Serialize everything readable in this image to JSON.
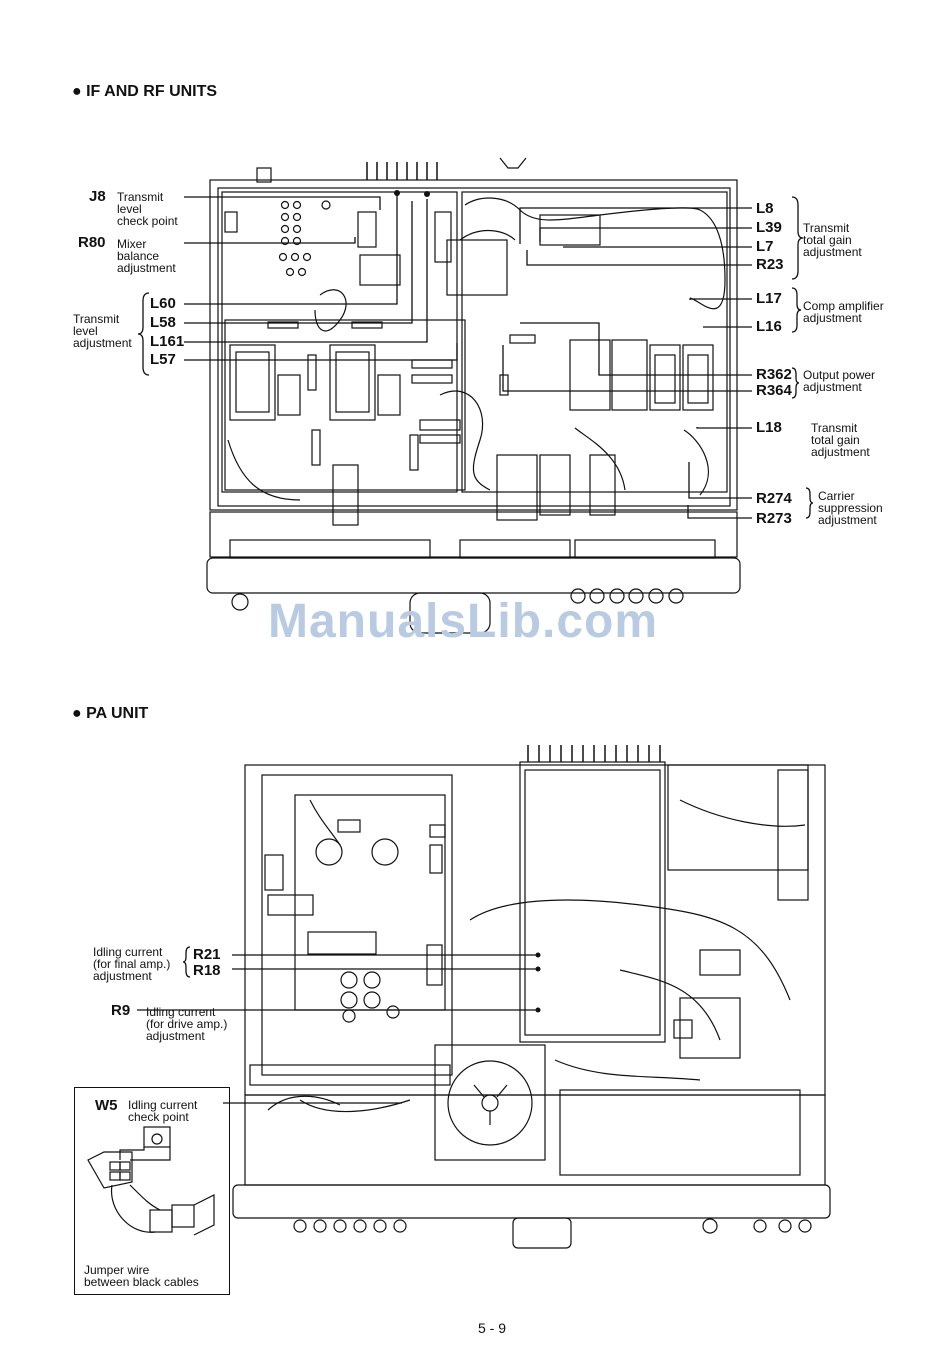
{
  "sections": {
    "if_rf": {
      "title": "IF AND RF UNITS"
    },
    "pa": {
      "title": "PA UNIT"
    }
  },
  "if_rf_left": {
    "j8": {
      "code": "J8",
      "lines": [
        "Transmit",
        "level",
        "check point"
      ]
    },
    "r80": {
      "code": "R80",
      "lines": [
        "Mixer",
        "balance",
        "adjustment"
      ]
    },
    "group": {
      "lines": [
        "Transmit",
        "level",
        "adjustment"
      ],
      "codes": [
        "L60",
        "L58",
        "L161",
        "L57"
      ]
    }
  },
  "if_rf_right": {
    "group1": {
      "codes": [
        "L8",
        "L39",
        "L7",
        "R23"
      ],
      "lines": [
        "Transmit",
        "total gain",
        "adjustment"
      ]
    },
    "group2": {
      "codes": [
        "L17",
        "L16"
      ],
      "lines": [
        "Comp amplifier",
        "adjustment"
      ]
    },
    "group3": {
      "codes": [
        "R362",
        "R364"
      ],
      "lines": [
        "Output power",
        "adjustment"
      ]
    },
    "group4": {
      "codes": [
        "L18"
      ],
      "lines": [
        "Transmit",
        "total gain",
        "adjustment"
      ]
    },
    "group5": {
      "codes": [
        "R274",
        "R273"
      ],
      "lines": [
        "Carrier",
        "suppression",
        "adjustment"
      ]
    }
  },
  "pa_left": {
    "group1": {
      "lines": [
        "Idling current",
        "(for final amp.)",
        "adjustment"
      ],
      "codes": [
        "R21",
        "R18"
      ]
    },
    "r9": {
      "code": "R9",
      "lines": [
        "Idling current",
        "(for drive amp.)",
        "adjustment"
      ]
    },
    "w5": {
      "code": "W5",
      "lines": [
        "Idling current",
        "check point"
      ]
    },
    "jumper": {
      "lines": [
        "Jumper wire",
        "between black cables"
      ]
    }
  },
  "watermark": "ManualsLib.com",
  "page_number": "5 - 9"
}
